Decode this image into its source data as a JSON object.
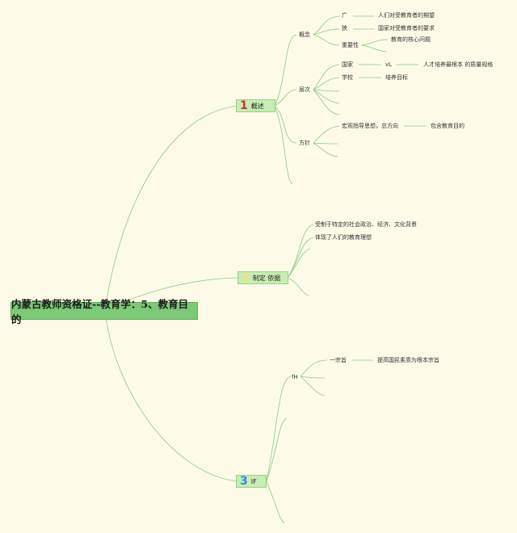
{
  "root": {
    "title": "内蒙古教师资格证--教育学：5、教育目的"
  },
  "branches": [
    {
      "number": "1",
      "number_color": "#d0312d",
      "label": "概述",
      "subs": [
        {
          "label": "概念",
          "items": [
            {
              "label": "广",
              "detail": "人们对受教育者的期望"
            },
            {
              "label": "狭",
              "detail": "国家对受教育者的要求"
            },
            {
              "label": "重要性",
              "detail": "教育的核心问题"
            }
          ]
        },
        {
          "label": "层次",
          "items": [
            {
              "label": "国家",
              "mid": "vL",
              "detail": "人才培养最根本 的质量规格"
            },
            {
              "label": "学校",
              "detail": "培养目标"
            }
          ]
        },
        {
          "label": "方针",
          "items": [
            {
              "label": "宏观指导思想，总方向",
              "detail": "包含教育目的"
            }
          ]
        }
      ]
    },
    {
      "number": "2",
      "number_color": "#f2e07a",
      "label": "制定 依据",
      "items": [
        "受制于特定的社会政治、经济、文化背景",
        "体现了人们的教育理想"
      ]
    },
    {
      "number": "3",
      "number_color": "#2a8fd6",
      "label": "IF",
      "subs": [
        {
          "label": "fH",
          "items": [
            {
              "label": "一宗旨",
              "detail": "提高国民素质为根本宗旨"
            }
          ]
        }
      ]
    }
  ],
  "colors": {
    "line": "#8cc88a",
    "background": "#fdfbe8",
    "root_fill": "#7cc978",
    "topic_fill": "#c8ecb4"
  }
}
